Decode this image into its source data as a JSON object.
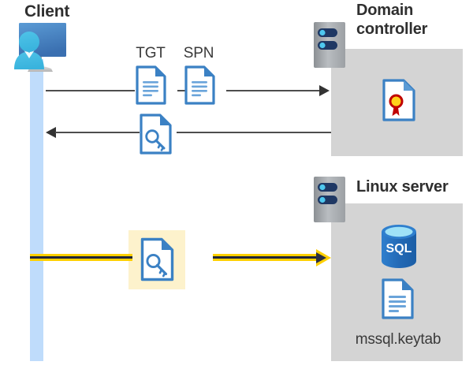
{
  "diagram": {
    "title_client": "Client",
    "title_domain_controller": "Domain controller",
    "title_linux_server": "Linux server",
    "labels": {
      "tgt": "TGT",
      "spn": "SPN",
      "keytab_file": "mssql.keytab"
    },
    "icons": {
      "client": "user-workstation-icon",
      "tgt_doc": "document-icon",
      "spn_doc": "document-icon",
      "ticket_doc": "key-document-icon",
      "keytab_doc": "key-document-icon",
      "certificate": "certificate-document-icon",
      "sql_db": "sql-database-icon",
      "keytab_file_doc": "document-icon",
      "server_dc": "server-rack-icon",
      "server_linux": "server-rack-icon"
    },
    "flows": [
      {
        "name": "request-tgt-spn",
        "direction": "right",
        "style": "plain"
      },
      {
        "name": "receive-service-ticket",
        "direction": "left",
        "style": "plain"
      },
      {
        "name": "present-keytab-ticket",
        "direction": "right",
        "style": "highlighted"
      }
    ],
    "sql_label": "SQL",
    "colors": {
      "panel_gray": "#d4d4d4",
      "lifeline_blue": "#bfdcfb",
      "accent_yellow": "#ffd000",
      "highlight_yellow": "#fdf2cc",
      "doc_blue": "#3b81c4",
      "server_navy": "#1f3864",
      "cert_red": "#c00000",
      "cert_gold": "#ffd11a",
      "sql_blue": "#2a72c0",
      "text_dark": "#2f2f2f"
    }
  }
}
